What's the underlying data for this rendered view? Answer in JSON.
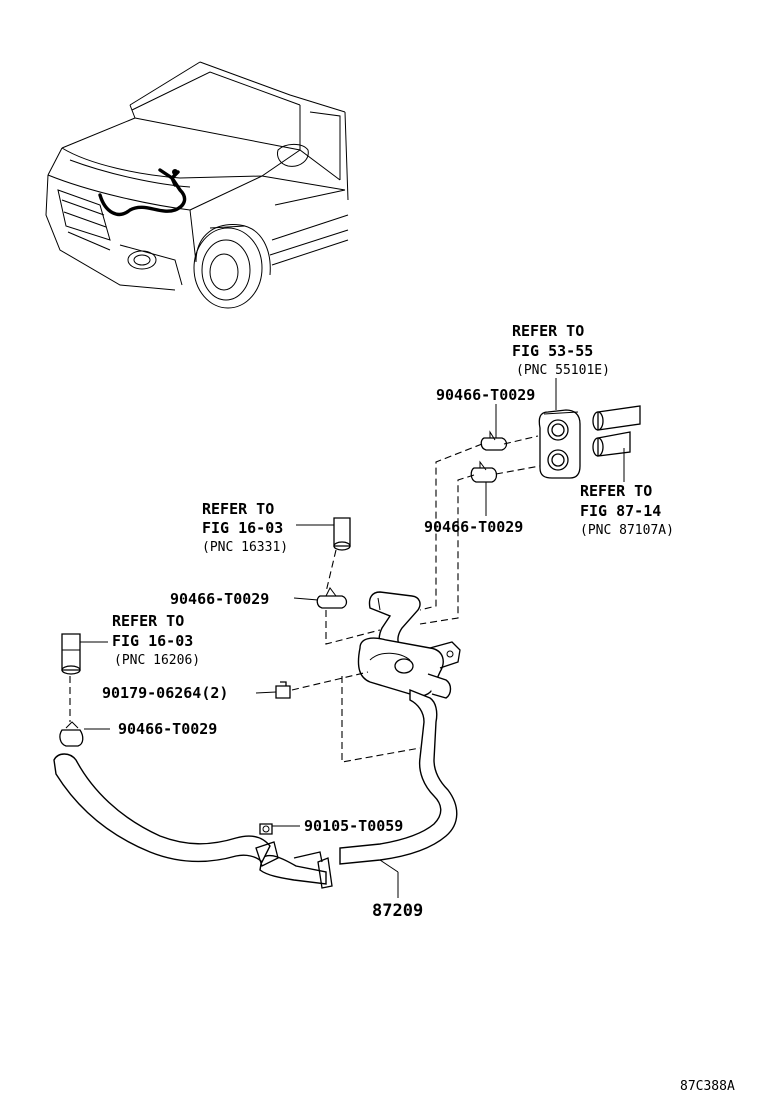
{
  "diagram_id": "87C388A",
  "parts": {
    "hose_assembly": "87209",
    "clip_top_left": "90466-T0029",
    "clip_top_right_upper": "90466-T0029",
    "clip_top_right_lower": "90466-T0029",
    "clip_left": "90466-T0029",
    "bolt": "90179-06264(2)",
    "clip_bottom": "90105-T0059"
  },
  "references": {
    "ref_53_55": {
      "line1": "REFER TO",
      "line2": "FIG 53-55",
      "line3": "(PNC 55101E)"
    },
    "ref_87_14": {
      "line1": "REFER TO",
      "line2": "FIG 87-14",
      "line3": "(PNC 87107A)"
    },
    "ref_16_03_a": {
      "line1": "REFER TO",
      "line2": "FIG 16-03",
      "line3": "(PNC 16331)"
    },
    "ref_16_03_b": {
      "line1": "REFER TO",
      "line2": "FIG 16-03",
      "line3": "(PNC 16206)"
    }
  }
}
